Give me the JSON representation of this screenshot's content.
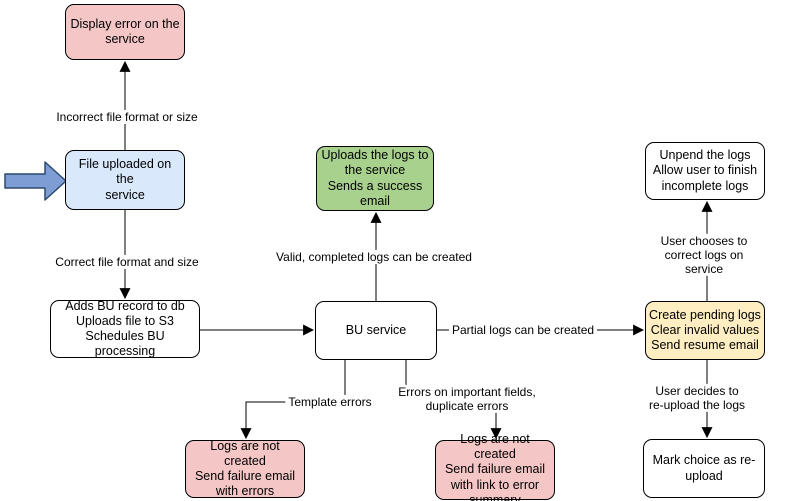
{
  "diagram": {
    "nodes": {
      "display_error": {
        "text": "Display error on the\nservice",
        "fill": "#f4c7c6"
      },
      "file_uploaded": {
        "text": "File uploaded on the\nservice",
        "fill": "#dae8fc"
      },
      "adds_bu": {
        "text": "Adds BU record to db\nUploads file to S3\nSchedules BU processing",
        "fill": "#ffffff"
      },
      "bu_service": {
        "text": "BU service",
        "fill": "#ffffff"
      },
      "uploads_logs": {
        "text": "Uploads the logs to\nthe service\nSends a success\nemail",
        "fill": "#a9d18e"
      },
      "pending_logs": {
        "text": "Create pending logs\nClear invalid values\nSend resume email",
        "fill": "#ffeec2"
      },
      "unpend_logs": {
        "text": "Unpend the logs\nAllow user to finish\nincomplete logs",
        "fill": "#ffffff"
      },
      "mark_choice": {
        "text": "Mark choice as re-\nupload",
        "fill": "#ffffff"
      },
      "logs_not_created_errors": {
        "text": "Logs are not created\nSend failure email\nwith errors",
        "fill": "#f4c7c6"
      },
      "logs_not_created_summary": {
        "text": "Logs are not created\nSend failure email\nwith link to error\nsummary",
        "fill": "#f4c7c6"
      }
    },
    "edge_labels": {
      "incorrect_format": "Incorrect file format or size",
      "correct_format": "Correct file format and size",
      "valid_logs": "Valid, completed logs can be created",
      "partial_logs": "Partial logs can be created",
      "template_errors": "Template errors",
      "important_errors": "Errors on important fields,\nduplicate errors",
      "user_chooses": "User chooses to correct logs on service",
      "user_decides": "User decides to re-upload the logs"
    },
    "colors": {
      "edge_stroke": "#000000",
      "node_border": "#000000",
      "entry_arrow_fill": "#7d9dd4",
      "entry_arrow_stroke": "#2c4a6e"
    }
  }
}
